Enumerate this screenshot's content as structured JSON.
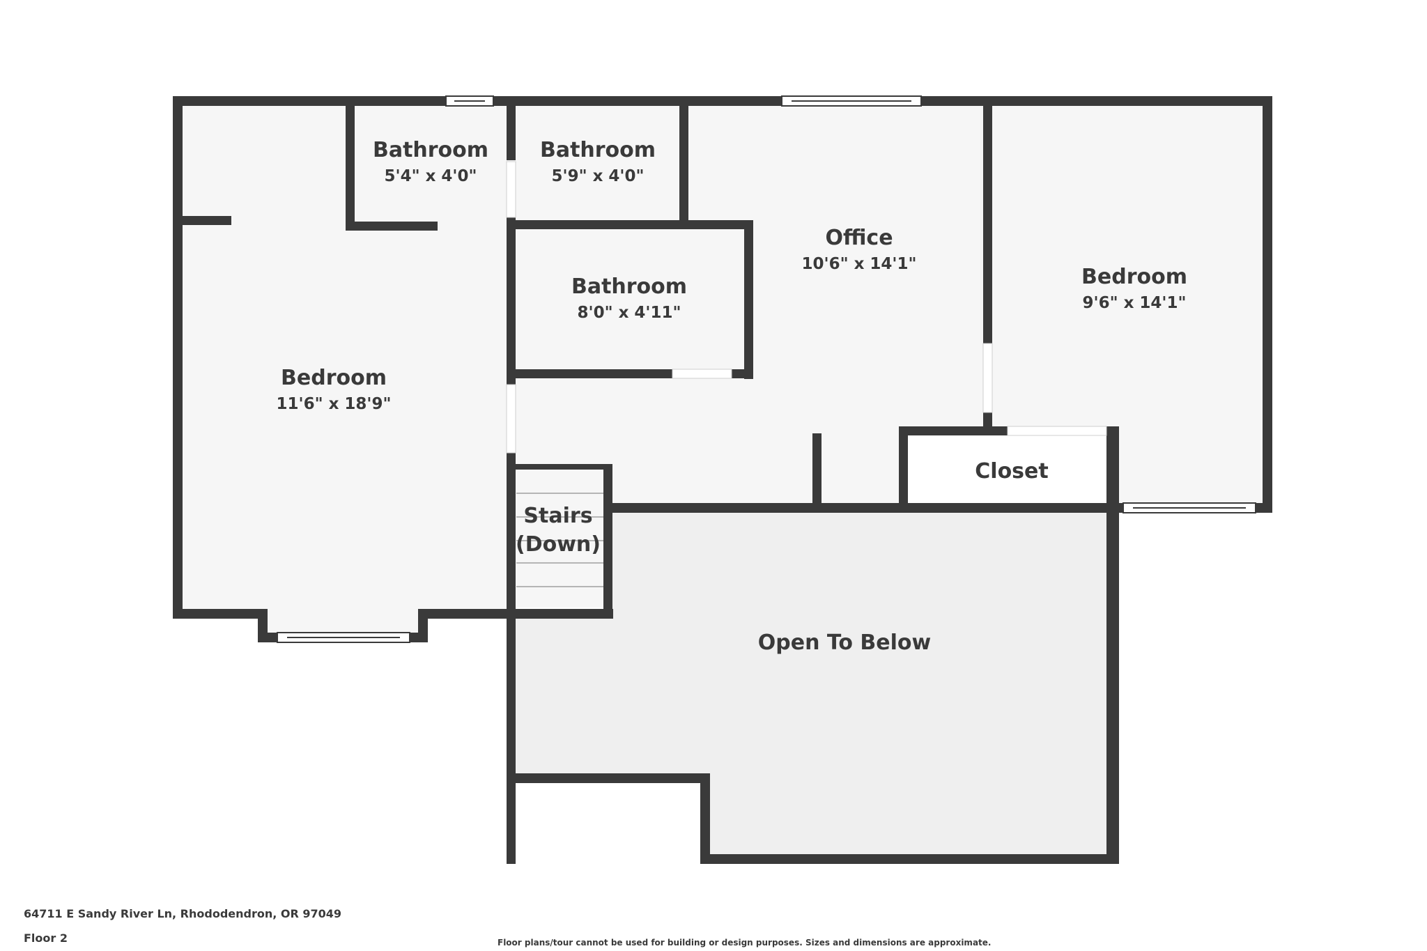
{
  "floorplan": {
    "rooms": [
      {
        "id": "bedroom-west",
        "name": "Bedroom",
        "dimensions": "11'6\" x 18'9\""
      },
      {
        "id": "bathroom-1",
        "name": "Bathroom",
        "dimensions": "5'4\" x 4'0\""
      },
      {
        "id": "bathroom-2",
        "name": "Bathroom",
        "dimensions": "5'9\" x 4'0\""
      },
      {
        "id": "bathroom-3",
        "name": "Bathroom",
        "dimensions": "8'0\" x 4'11\""
      },
      {
        "id": "office",
        "name": "Office",
        "dimensions": "10'6\" x 14'1\""
      },
      {
        "id": "bedroom-east",
        "name": "Bedroom",
        "dimensions": "9'6\" x 14'1\""
      },
      {
        "id": "closet",
        "name": "Closet"
      },
      {
        "id": "stairs",
        "name_line1": "Stairs",
        "name_line2": "(Down)"
      },
      {
        "id": "open-to-below",
        "name": "Open To Below"
      }
    ],
    "colors": {
      "wall": "#3a3a3a",
      "room_fill": "#f6f6f6",
      "open_below_fill": "#efefef",
      "background": "#ffffff"
    }
  },
  "footer": {
    "address": "64711 E Sandy River Ln, Rhododendron, OR 97049",
    "floor": "Floor 2",
    "disclaimer": "Floor plans/tour cannot be used for building or design purposes. Sizes and dimensions are approximate."
  }
}
